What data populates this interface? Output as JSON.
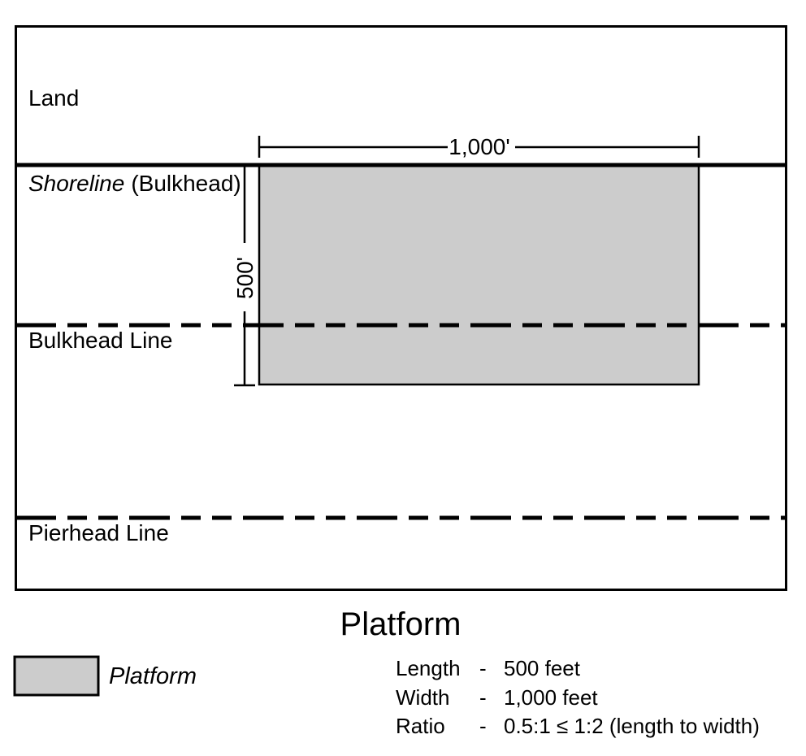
{
  "diagram": {
    "land_label": "Land",
    "shoreline_label_italic": "Shoreline",
    "shoreline_label_regular": "(Bulkhead)",
    "bulkhead_label": "Bulkhead Line",
    "pierhead_label": "Pierhead Line",
    "width_dimension": "1,000'",
    "length_dimension": "500'"
  },
  "title": "Platform",
  "legend": {
    "swatch_label": "Platform"
  },
  "specs": {
    "rows": [
      {
        "label": "Length",
        "separator": "-",
        "value": "500 feet"
      },
      {
        "label": "Width",
        "separator": "-",
        "value": "1,000 feet"
      },
      {
        "label": "Ratio",
        "separator": "-",
        "value": "0.5:1 ≤ 1:2 (length to width)"
      }
    ]
  },
  "colors": {
    "platform_fill": "#cccccc",
    "line": "#000000"
  }
}
